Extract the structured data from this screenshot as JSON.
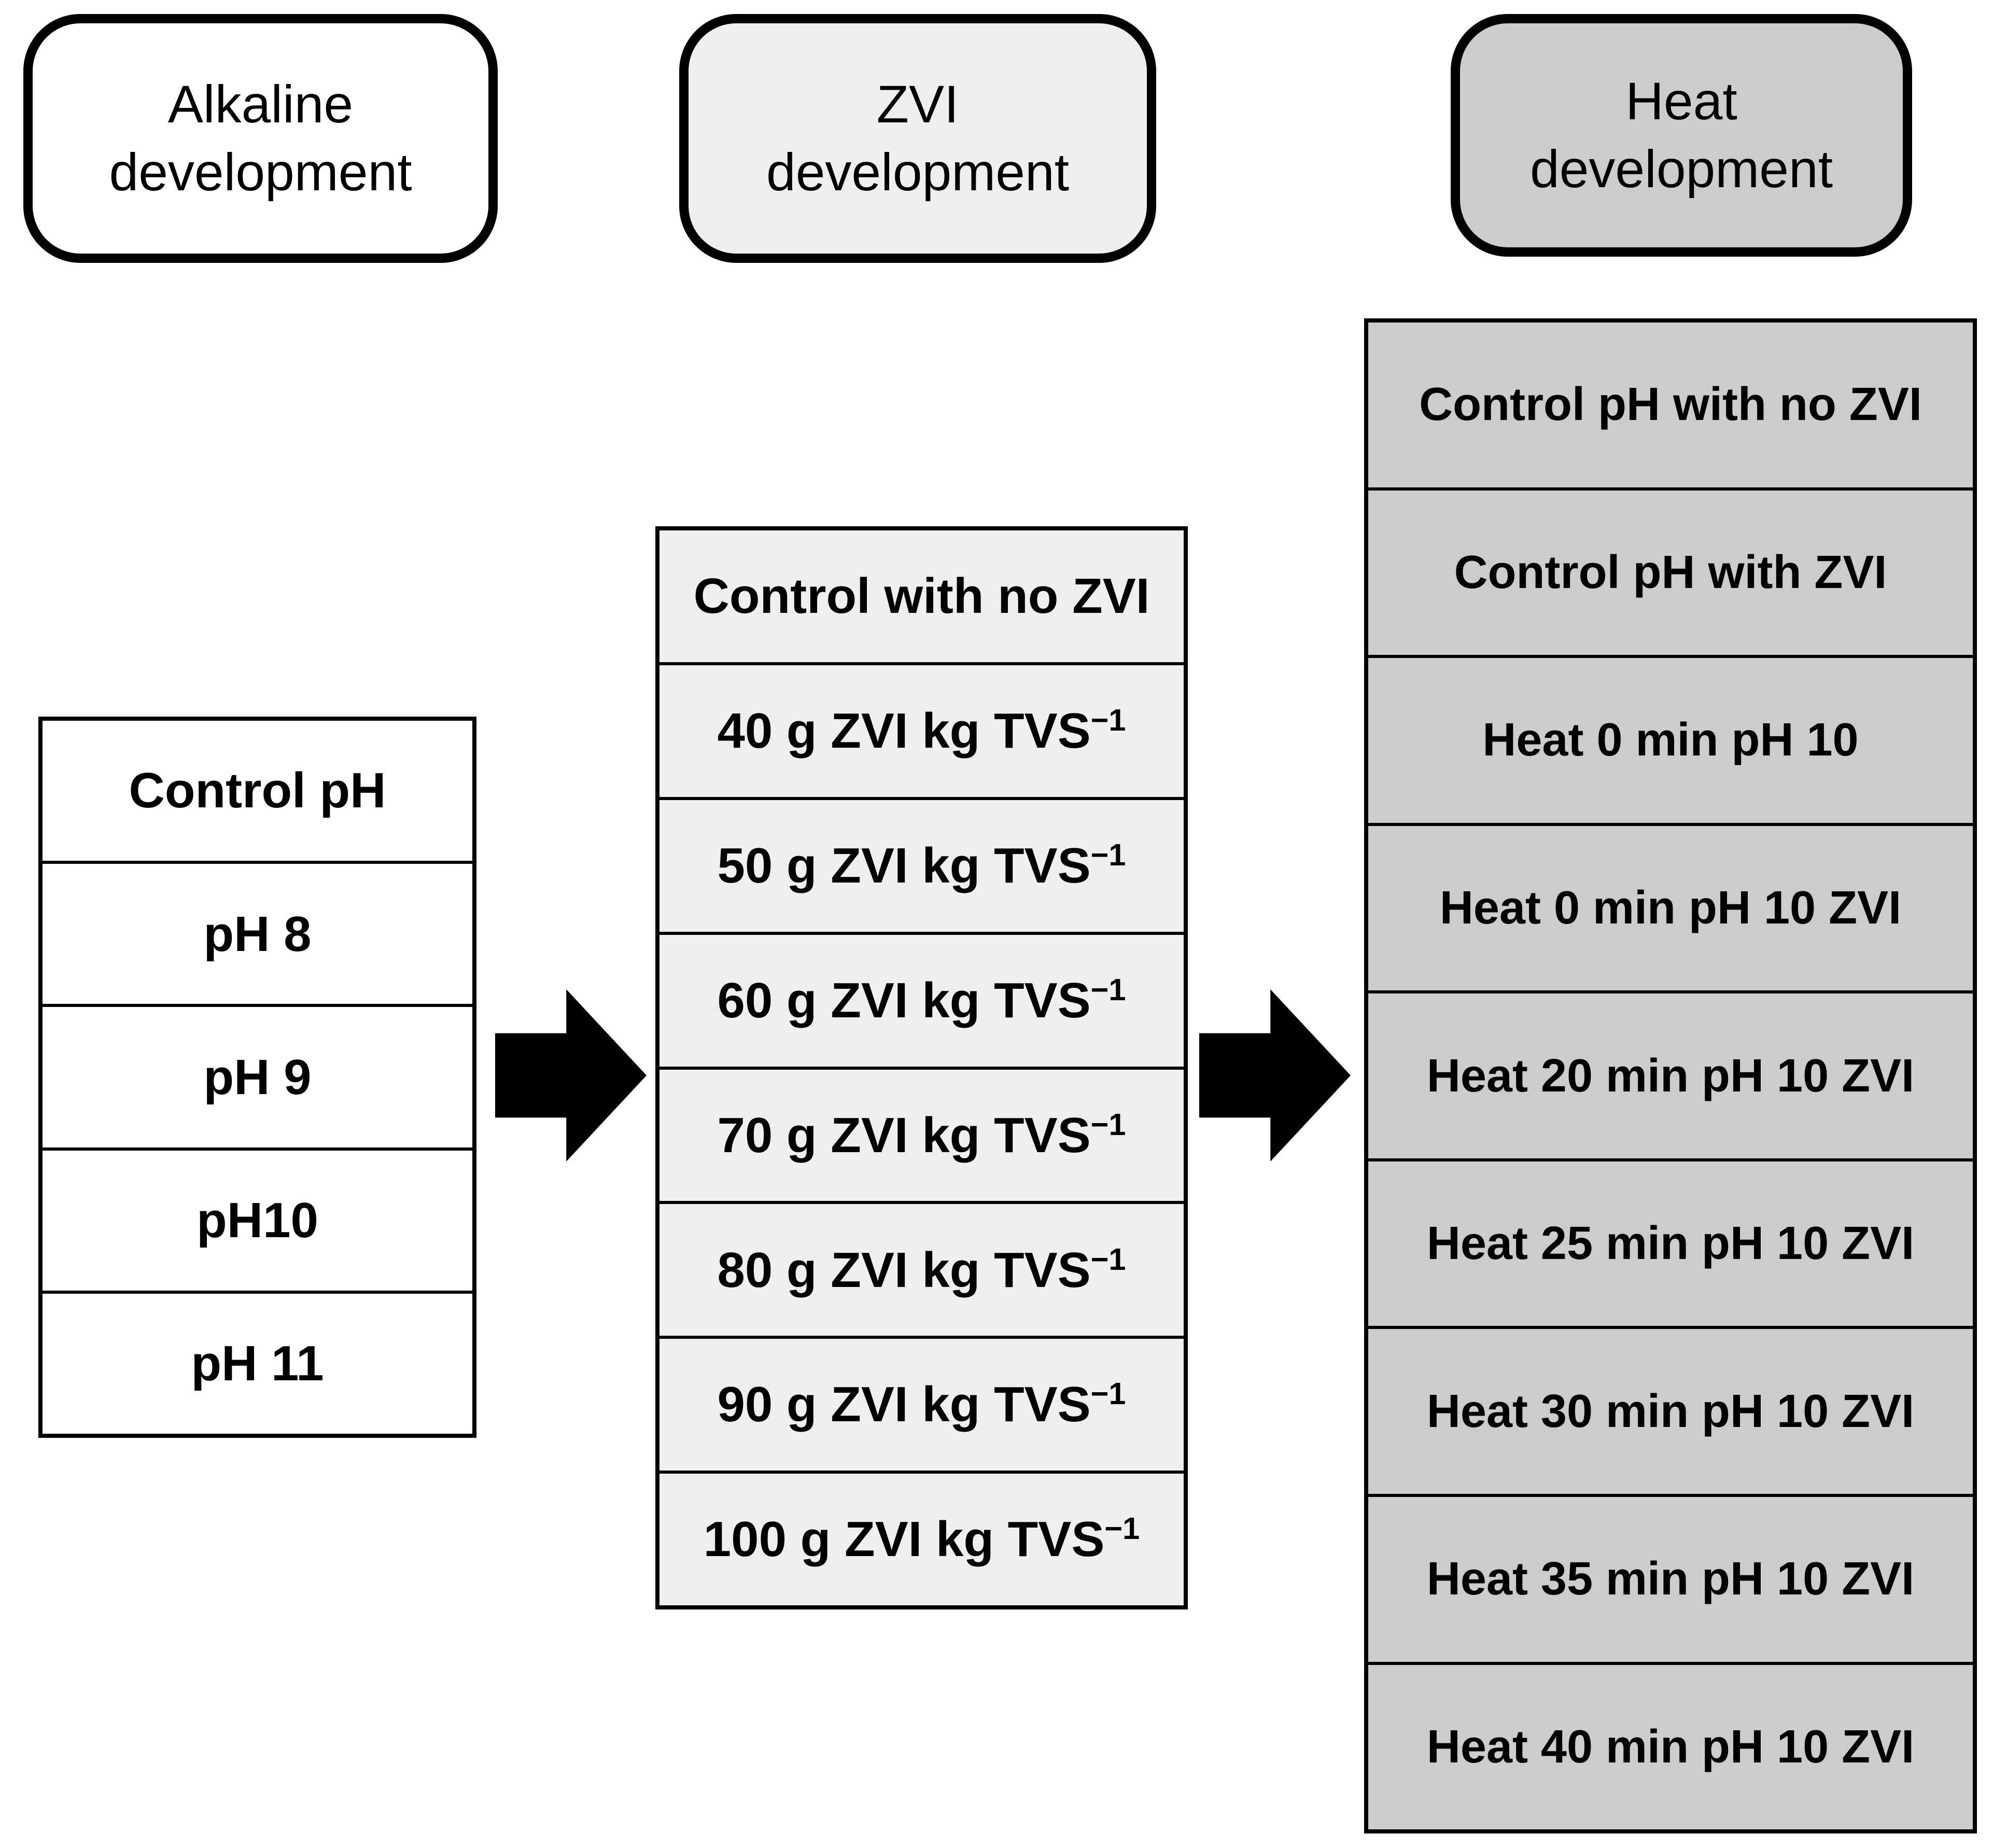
{
  "figure": {
    "background": "#ffffff",
    "arrow_color": "#000000",
    "text_color": "#000000"
  },
  "columns": [
    {
      "name": "alkaline-development",
      "header": {
        "label": "Alkaline\ndevelopment",
        "fill": "#ffffff"
      },
      "row_fill": "#ffffff",
      "rows": [
        {
          "text": "Control pH",
          "sup": ""
        },
        {
          "text": "pH 8",
          "sup": ""
        },
        {
          "text": "pH 9",
          "sup": ""
        },
        {
          "text": "pH10",
          "sup": ""
        },
        {
          "text": "pH 11",
          "sup": ""
        }
      ]
    },
    {
      "name": "zvi-development",
      "header": {
        "label": "ZVI\ndevelopment",
        "fill": "#efefef"
      },
      "row_fill": "#efefef",
      "rows": [
        {
          "text": "Control with no ZVI",
          "sup": ""
        },
        {
          "text": "40 g ZVI kg TVS",
          "sup": "−1"
        },
        {
          "text": "50 g ZVI kg TVS",
          "sup": "−1"
        },
        {
          "text": "60 g ZVI kg TVS",
          "sup": "−1"
        },
        {
          "text": "70 g ZVI kg TVS",
          "sup": "−1"
        },
        {
          "text": "80 g ZVI kg TVS",
          "sup": "−1"
        },
        {
          "text": "90 g ZVI kg TVS",
          "sup": "−1"
        },
        {
          "text": "100 g ZVI kg TVS",
          "sup": "−1"
        }
      ]
    },
    {
      "name": "heat-development",
      "header": {
        "label": "Heat\ndevelopment",
        "fill": "#cccccc"
      },
      "row_fill": "#cccccc",
      "rows": [
        {
          "text": "Control pH with no ZVI",
          "sup": ""
        },
        {
          "text": "Control pH with ZVI",
          "sup": ""
        },
        {
          "text": "Heat 0 min pH 10",
          "sup": ""
        },
        {
          "text": "Heat 0 min pH 10 ZVI",
          "sup": ""
        },
        {
          "text": "Heat 20 min pH 10 ZVI",
          "sup": ""
        },
        {
          "text": "Heat 25 min pH 10 ZVI",
          "sup": ""
        },
        {
          "text": "Heat 30 min pH 10 ZVI",
          "sup": ""
        },
        {
          "text": "Heat 35 min pH 10 ZVI",
          "sup": ""
        },
        {
          "text": "Heat 40 min pH 10 ZVI",
          "sup": ""
        }
      ]
    }
  ],
  "arrows": [
    {
      "name": "arrow-alkaline-to-zvi"
    },
    {
      "name": "arrow-zvi-to-heat"
    }
  ]
}
